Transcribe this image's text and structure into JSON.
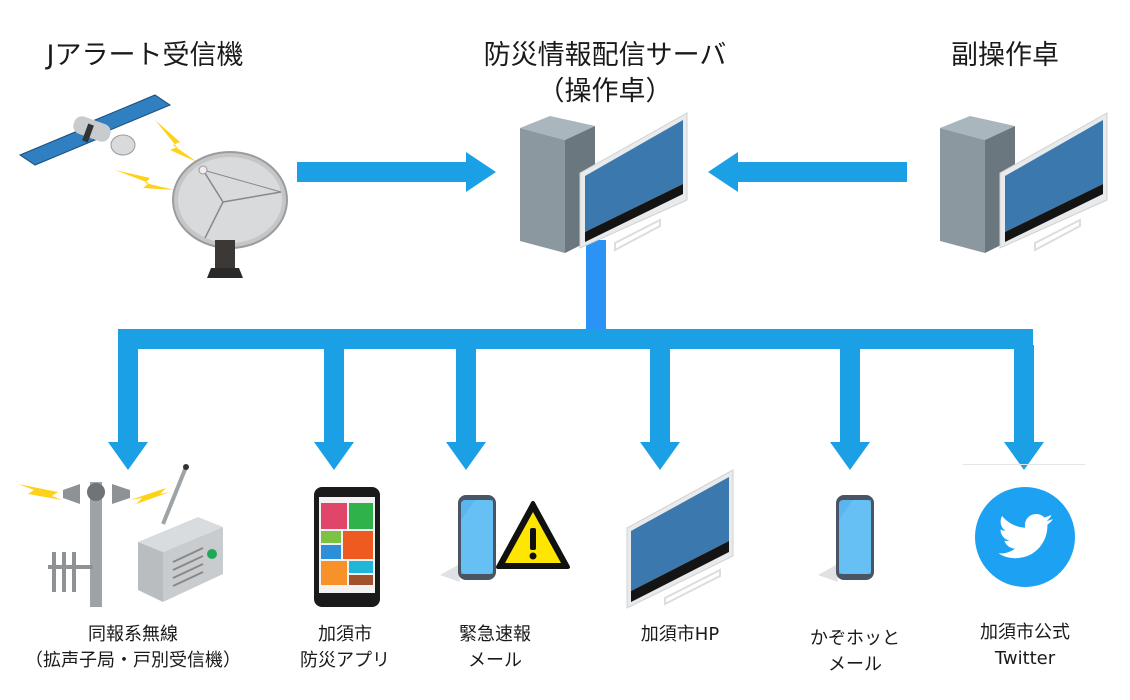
{
  "top": {
    "jalert": {
      "title": "Jアラート受信機",
      "icon": "satellite-dish-icon"
    },
    "server": {
      "title_line1": "防災情報配信サーバ",
      "title_line2": "（操作卓）",
      "icon": "server-monitor-icon"
    },
    "sub_console": {
      "title": "副操作卓",
      "icon": "server-monitor-icon"
    }
  },
  "outputs": [
    {
      "line1": "同報系無線",
      "line2": "（拡声子局・戸別受信機）",
      "icon": "loudspeaker-radio-icon"
    },
    {
      "line1": "加須市",
      "line2": "防災アプリ",
      "icon": "smartphone-app-icon"
    },
    {
      "line1": "緊急速報",
      "line2": "メール",
      "icon": "phone-warning-icon"
    },
    {
      "line1": "加須市HP",
      "line2": "",
      "icon": "monitor-icon"
    },
    {
      "line1": "かぞホッと",
      "line2": "メール",
      "icon": "smartphone-icon"
    },
    {
      "line1": "加須市公式",
      "line2": "Twitter",
      "icon": "twitter-bird-icon"
    }
  ],
  "colors": {
    "arrow": "#1ba0e6",
    "arrow_trunk": "#2a93f5",
    "monitor_screen": "#3b78ad",
    "server_body": "#7f8d96",
    "twitter": "#1da1f2",
    "warning": "#ffe600"
  }
}
